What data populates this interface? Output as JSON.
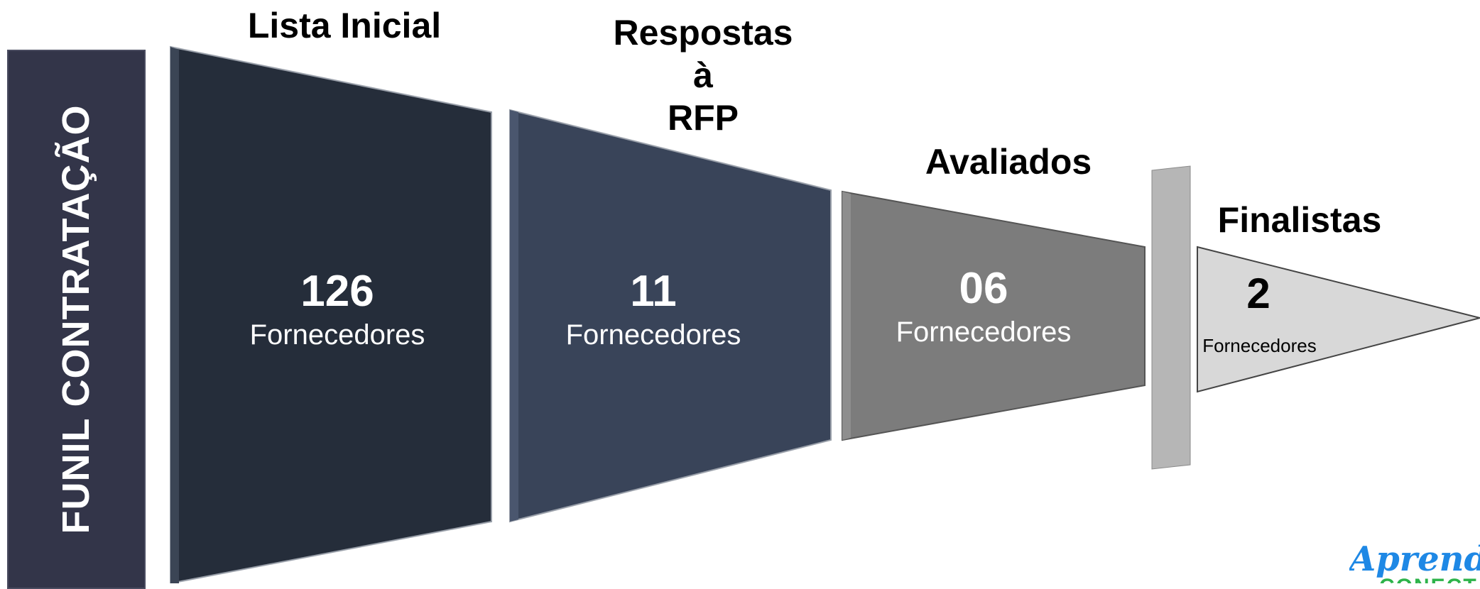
{
  "side_label": "FUNIL CONTRATAÇÃO",
  "stages": [
    {
      "title": "Lista Inicial",
      "count": "126",
      "unit": "Fornecedores",
      "fill": "#252d3a"
    },
    {
      "title_lines": [
        "Respostas",
        "à",
        "RFP"
      ],
      "count": "11",
      "unit": "Fornecedores",
      "fill": "#394459"
    },
    {
      "title": "Avaliados",
      "count": "06",
      "unit": "Fornecedores",
      "fill": "#7c7c7c"
    },
    {
      "title": "Finalistas",
      "count": "2",
      "unit": "Fornecedores",
      "fill": "#d8d8d8"
    }
  ],
  "colors": {
    "side_bar": "#333549",
    "separator": "#b6b6b6"
  },
  "logo": {
    "line1": "Aprender",
    "line2": "CONECTA"
  }
}
